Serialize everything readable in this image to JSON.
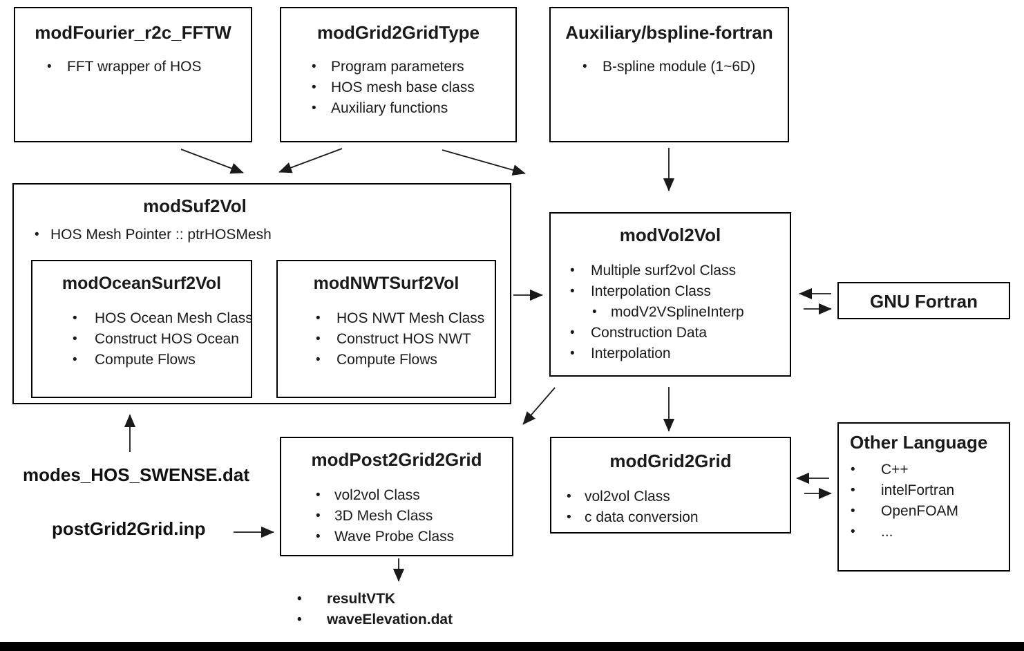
{
  "diagram": {
    "boxes": {
      "fourier": {
        "title": "modFourier_r2c_FFTW",
        "items": [
          "FFT wrapper of HOS"
        ]
      },
      "gridtype": {
        "title": "modGrid2GridType",
        "items": [
          "Program parameters",
          "HOS mesh base class",
          "Auxiliary functions"
        ]
      },
      "bspline": {
        "title": "Auxiliary/bspline-fortran",
        "items": [
          "B-spline module (1~6D)"
        ]
      },
      "suf2vol": {
        "title": "modSuf2Vol",
        "items": [
          "HOS Mesh Pointer :: ptrHOSMesh"
        ]
      },
      "ocean": {
        "title": "modOceanSurf2Vol",
        "items": [
          "HOS Ocean Mesh Class",
          "Construct HOS Ocean",
          "Compute Flows"
        ]
      },
      "nwt": {
        "title": "modNWTSurf2Vol",
        "items": [
          "HOS NWT Mesh Class",
          "Construct HOS NWT",
          "Compute Flows"
        ]
      },
      "vol2vol": {
        "title": "modVol2Vol",
        "items": [
          "Multiple surf2vol Class",
          "Interpolation Class",
          "modV2VSplineInterp",
          "Construction Data",
          "Interpolation"
        ]
      },
      "gnu": {
        "title": "GNU Fortran"
      },
      "post": {
        "title": "modPost2Grid2Grid",
        "items": [
          "vol2vol Class",
          "3D Mesh Class",
          "Wave Probe Class"
        ]
      },
      "grid2grid": {
        "title": "modGrid2Grid",
        "items": [
          "vol2vol Class",
          "c data conversion"
        ]
      },
      "other": {
        "title": "Other Language",
        "items": [
          "C++",
          "intelFortran",
          "OpenFOAM",
          "..."
        ]
      }
    },
    "files": {
      "modes_input": "modes_HOS_SWENSE.dat",
      "post_input": "postGrid2Grid.inp",
      "outputs": [
        "resultVTK",
        "waveElevation.dat"
      ]
    },
    "colors": {
      "line": "#1a1a1a",
      "background": "#ffffff",
      "bottom_bar": "#000000"
    }
  }
}
